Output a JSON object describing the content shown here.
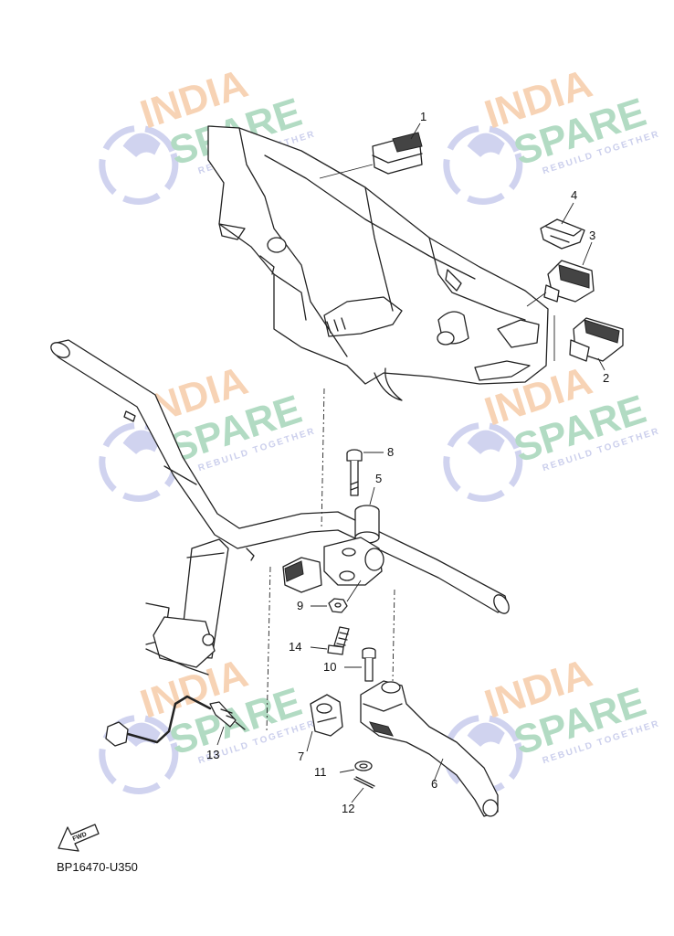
{
  "watermark": {
    "line1": "INDIA",
    "line2": "SPARE",
    "tagline": "REBUILD TOGETHER",
    "colors": {
      "india": "#f6c9a3",
      "spare": "#9fd3b4",
      "tagline": "#bfc3e8",
      "logo": "#c5c8ec"
    }
  },
  "callouts": [
    "1",
    "2",
    "3",
    "4",
    "5",
    "6",
    "7",
    "8",
    "9",
    "10",
    "11",
    "12",
    "13",
    "14"
  ],
  "fwd_label": "FWD",
  "diagram_code": "BP16470-U350"
}
